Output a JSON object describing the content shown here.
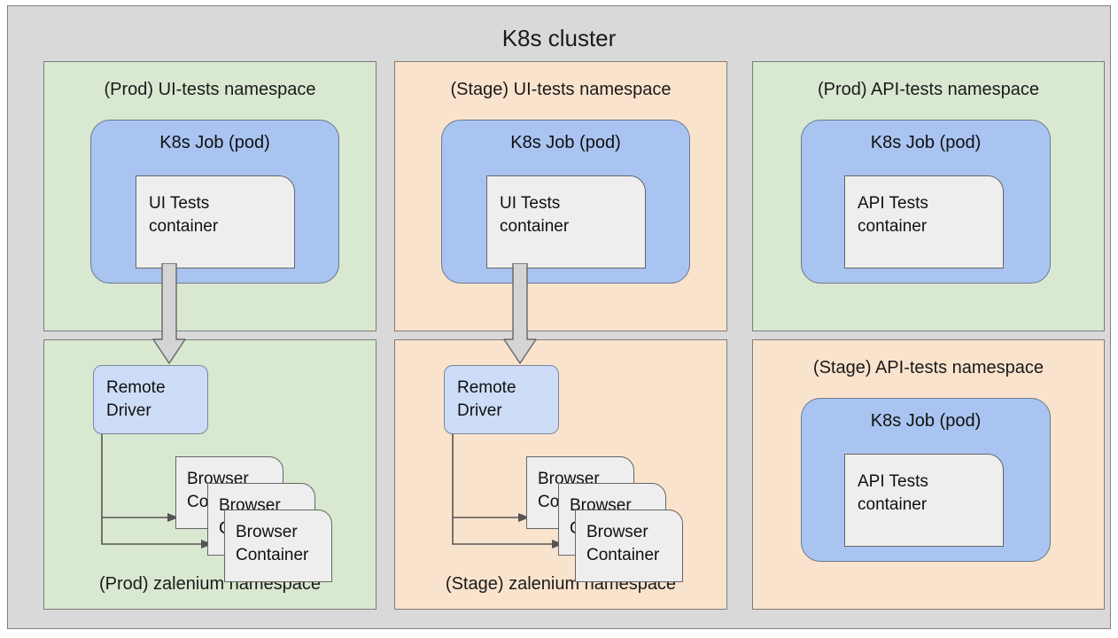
{
  "diagram": {
    "title": "K8s cluster",
    "colors": {
      "cluster_bg": "#d9d9d9",
      "prod_namespace_bg": "#d9e8d0",
      "stage_namespace_bg": "#fae3cd",
      "pod_bg": "#a9c4f0",
      "driver_bg": "#cddcf7",
      "container_bg": "#eeeeee",
      "stroke": "#666666",
      "text": "#101010"
    }
  },
  "namespaces": [
    {
      "id": "prod-ui",
      "title": "(Prod) UI-tests namespace",
      "env": "prod",
      "title_position": "top",
      "pod": {
        "title": "K8s Job (pod)",
        "container": {
          "line1": "UI Tests",
          "line2": "container"
        }
      }
    },
    {
      "id": "stage-ui",
      "title": "(Stage) UI-tests namespace",
      "env": "stage",
      "title_position": "top",
      "pod": {
        "title": "K8s Job (pod)",
        "container": {
          "line1": "UI Tests",
          "line2": "container"
        }
      }
    },
    {
      "id": "prod-api",
      "title": "(Prod) API-tests namespace",
      "env": "prod",
      "title_position": "top",
      "pod": {
        "title": "K8s Job (pod)",
        "container": {
          "line1": "API Tests",
          "line2": "container"
        }
      }
    },
    {
      "id": "prod-zalenium",
      "title": "(Prod) zalenium namespace",
      "env": "prod",
      "title_position": "bottom",
      "driver": {
        "line1": "Remote",
        "line2": "Driver"
      },
      "browsers": [
        {
          "line1": "Browser",
          "line2": "Container"
        },
        {
          "line1": "Browser",
          "line2": "Container"
        },
        {
          "line1": "Browser",
          "line2": "Container"
        }
      ]
    },
    {
      "id": "stage-zalenium",
      "title": "(Stage) zalenium namespace",
      "env": "stage",
      "title_position": "bottom",
      "driver": {
        "line1": "Remote",
        "line2": "Driver"
      },
      "browsers": [
        {
          "line1": "Browser",
          "line2": "Container"
        },
        {
          "line1": "Browser",
          "line2": "Container"
        },
        {
          "line1": "Browser",
          "line2": "Container"
        }
      ]
    },
    {
      "id": "stage-api",
      "title": "(Stage) API-tests namespace",
      "env": "stage",
      "title_position": "top",
      "pod": {
        "title": "K8s Job (pod)",
        "container": {
          "line1": "API Tests",
          "line2": "container"
        }
      }
    }
  ],
  "connections": [
    {
      "from": "prod-ui.container",
      "to": "prod-zalenium.driver",
      "style": "block-arrow"
    },
    {
      "from": "stage-ui.container",
      "to": "stage-zalenium.driver",
      "style": "block-arrow"
    },
    {
      "from": "prod-zalenium.driver",
      "to": "prod-zalenium.browsers",
      "style": "thin-arrow"
    },
    {
      "from": "stage-zalenium.driver",
      "to": "stage-zalenium.browsers",
      "style": "thin-arrow"
    }
  ]
}
